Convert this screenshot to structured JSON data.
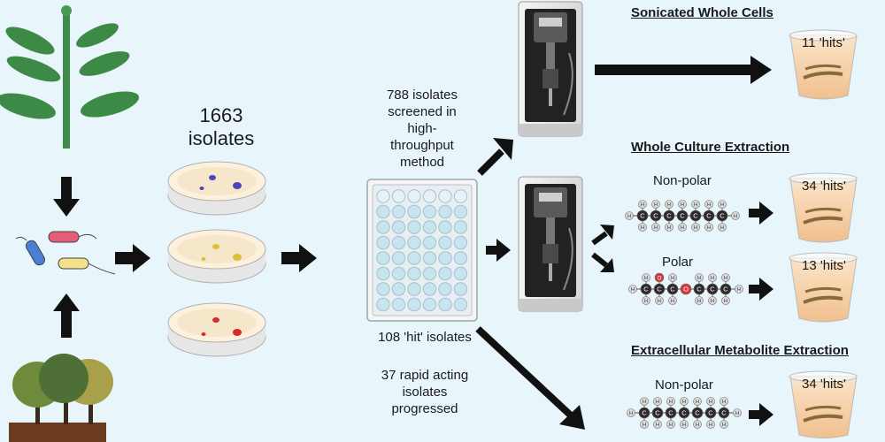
{
  "count": {
    "number": "1663",
    "unit": "isolates"
  },
  "screen_lines": [
    "788 isolates",
    "screened in",
    "high-",
    "throughput",
    "method"
  ],
  "hit_isolates": "108 'hit' isolates",
  "rapid_lines": [
    "37 rapid acting",
    "isolates",
    "progressed"
  ],
  "sections": {
    "sonicated": {
      "title": "Sonicated Whole Cells",
      "hits": "11 'hits'"
    },
    "whole_culture": {
      "title": "Whole Culture Extraction",
      "nonpolar_label": "Non-polar",
      "nonpolar_hits": "34 'hits'",
      "polar_label": "Polar",
      "polar_hits": "13 'hits'"
    },
    "extracellular": {
      "title": "Extracellular Metabolite Extraction",
      "nonpolar_label": "Non-polar",
      "nonpolar_hits": "34 'hits'"
    }
  },
  "atom_labels": {
    "carbon": "C",
    "hydrogen": "H",
    "oxygen": "O"
  },
  "colors": {
    "background": "#e8f6fb",
    "arrow": "#111111",
    "carbon": "#2b2b2b",
    "hydrogen": "#d9d9d9",
    "oxygen": "#d23a3a",
    "plant": "#3f8b4a",
    "liquid": "#f3c79a"
  }
}
